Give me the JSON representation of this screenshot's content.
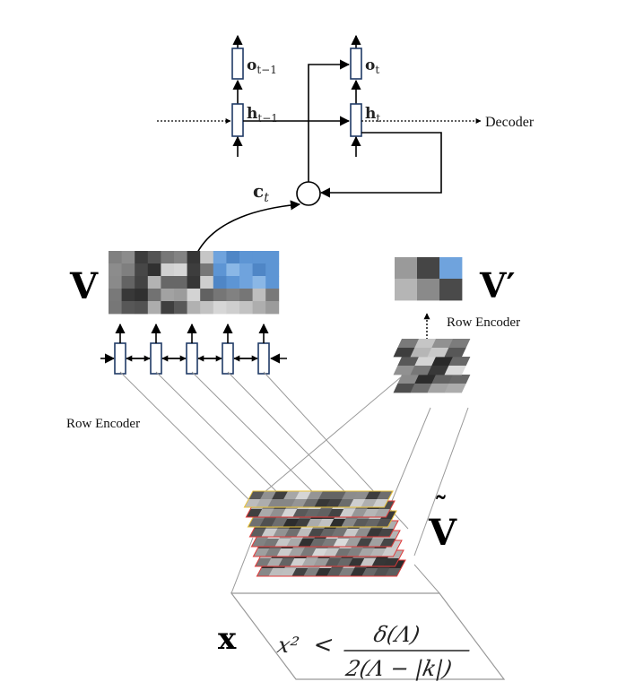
{
  "decoder": {
    "o_prev": "o",
    "o_prev_sub": "t−1",
    "o_curr": "o",
    "o_curr_sub": "t",
    "h_prev": "h",
    "h_prev_sub": "t−1",
    "h_curr": "h",
    "h_curr_sub": "t",
    "context": "c",
    "context_sub": "t",
    "label": "Decoder"
  },
  "features": {
    "v": "V",
    "v_prime": "V′",
    "v_tilde": "V",
    "v_tilde_accent": "˜"
  },
  "encoders": {
    "row_encoder_left": "Row Encoder",
    "row_encoder_right": "Row Encoder"
  },
  "input": {
    "x_label": "x",
    "formula_left": "x²",
    "formula_op": "<",
    "formula_num": "δ(Λ)",
    "formula_den": "2(Λ − |k|)"
  },
  "colors": {
    "rnn_cell": "#1f3a66",
    "highlight_blue": "#6fa3dd",
    "cnn_border_red": "#e03a3a",
    "cnn_border_yellow": "#e8c23a"
  }
}
